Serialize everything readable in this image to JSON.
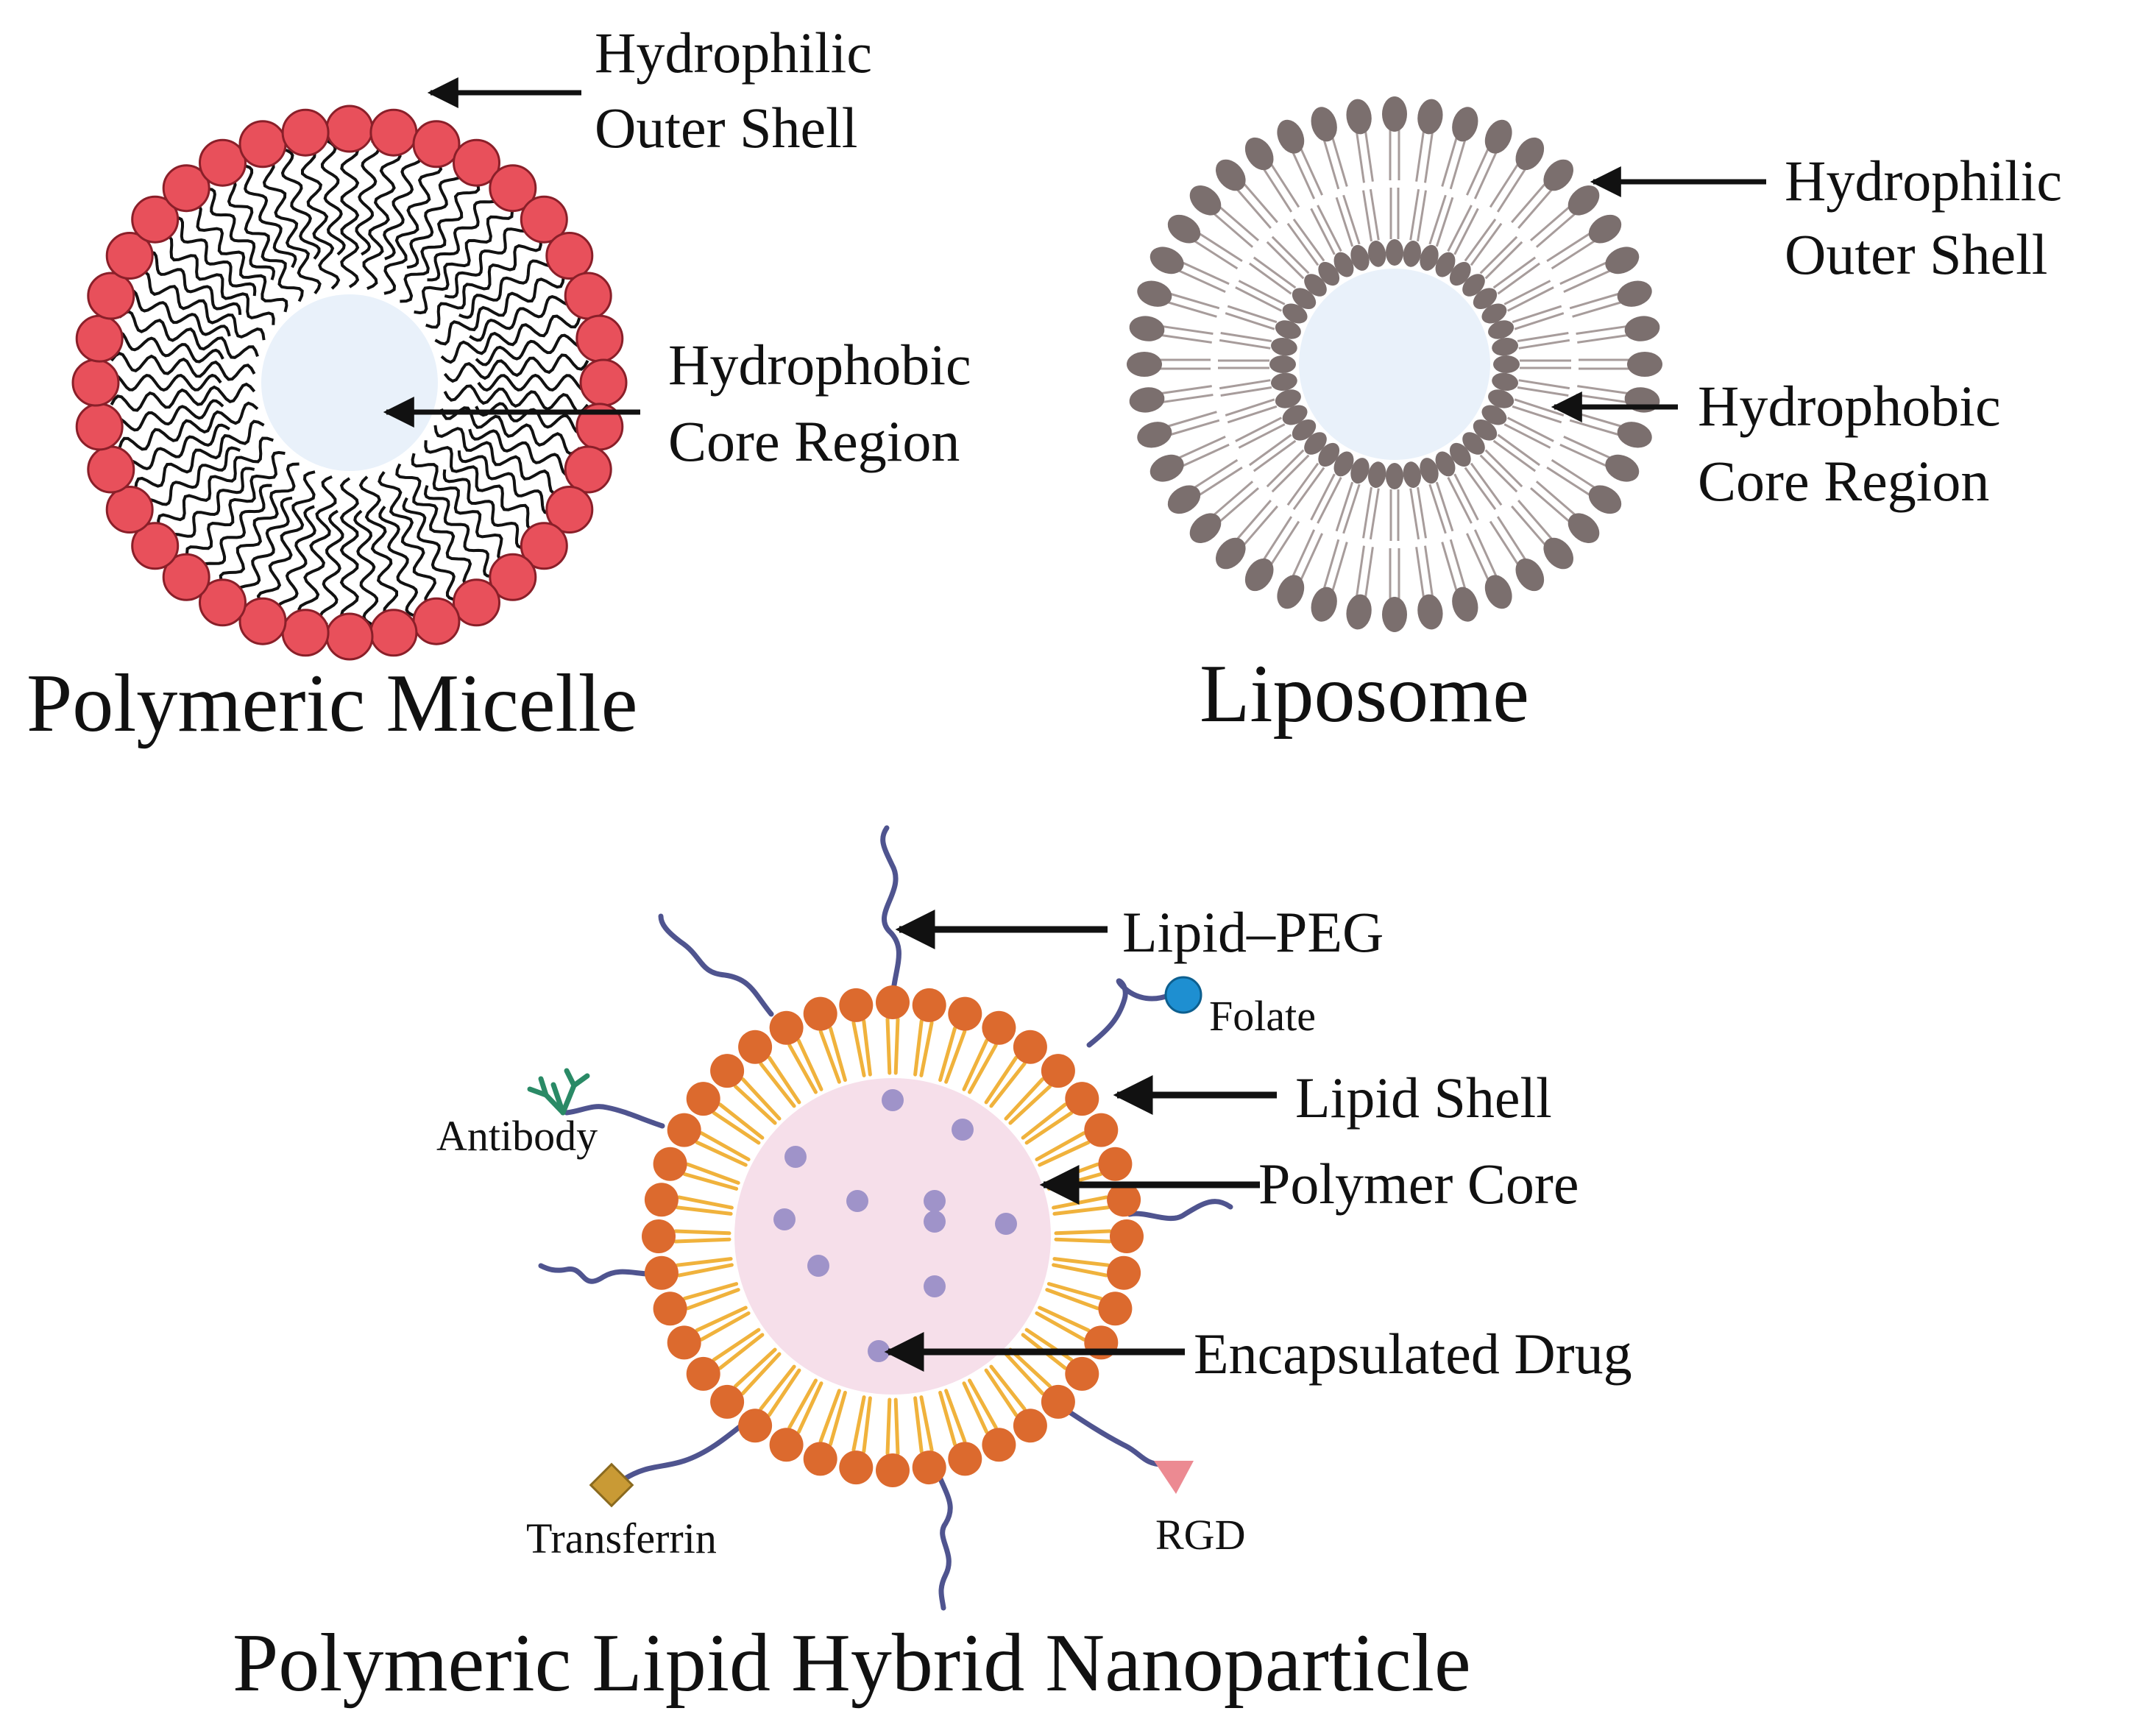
{
  "colors": {
    "micelle_head": "#e8505b",
    "micelle_core": "#e9f1fa",
    "lipo_head": "#7b6f6e",
    "lipo_core": "#e9f1fa",
    "hybrid_head": "#dc6a2e",
    "hybrid_tail": "#f0b23c",
    "hybrid_core": "#f6dfea",
    "drug": "#9f93c9",
    "peg": "#4f548f",
    "folate": "#1e8fd1",
    "antibody": "#2a8a66",
    "transferrin": "#c99a35",
    "rgd": "#ec8a92"
  },
  "micelle": {
    "title": "Polymeric Micelle",
    "shell_label_line1": "Hydrophilic",
    "shell_label_line2": "Outer Shell",
    "core_label_line1": "Hydrophobic",
    "core_label_line2": "Core Region"
  },
  "liposome": {
    "title": "Liposome",
    "shell_label_line1": "Hydrophilic",
    "shell_label_line2": "Outer Shell",
    "core_label_line1": "Hydrophobic",
    "core_label_line2": "Core Region"
  },
  "hybrid": {
    "title": "Polymeric Lipid Hybrid Nanoparticle",
    "lipid_peg": "Lipid–PEG",
    "folate": "Folate",
    "lipid_shell": "Lipid Shell",
    "polymer_core": "Polymer Core",
    "encapsulated_drug": "Encapsulated Drug",
    "antibody": "Antibody",
    "transferrin": "Transferrin",
    "rgd": "RGD"
  }
}
